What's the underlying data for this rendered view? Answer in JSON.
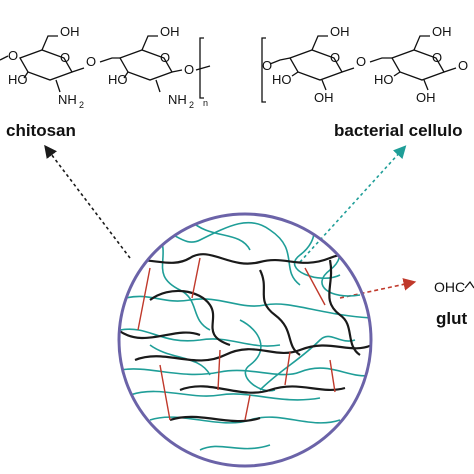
{
  "labels": {
    "chitosan": "chitosan",
    "bacterial_cellulose": "bacterial cellulo",
    "crosslinker_formula": "OHC",
    "crosslinker_name": "glut"
  },
  "chitosan_structure": {
    "oh": "OH",
    "ho": "HO",
    "o": "O",
    "nh2": "NH",
    "sub2": "2",
    "repeat": "n"
  },
  "cellulose_structure": {
    "oh": "OH",
    "ho": "HO",
    "o": "O"
  },
  "colors": {
    "chitosan_chain": "#1a1a1a",
    "cellulose_fiber": "#1f9e98",
    "crosslink": "#c0392b",
    "circle_border": "#6b63a8",
    "arrow_chitosan": "#1a1a1a",
    "arrow_cellulose": "#1f9e98",
    "arrow_crosslinker": "#c0392b"
  }
}
